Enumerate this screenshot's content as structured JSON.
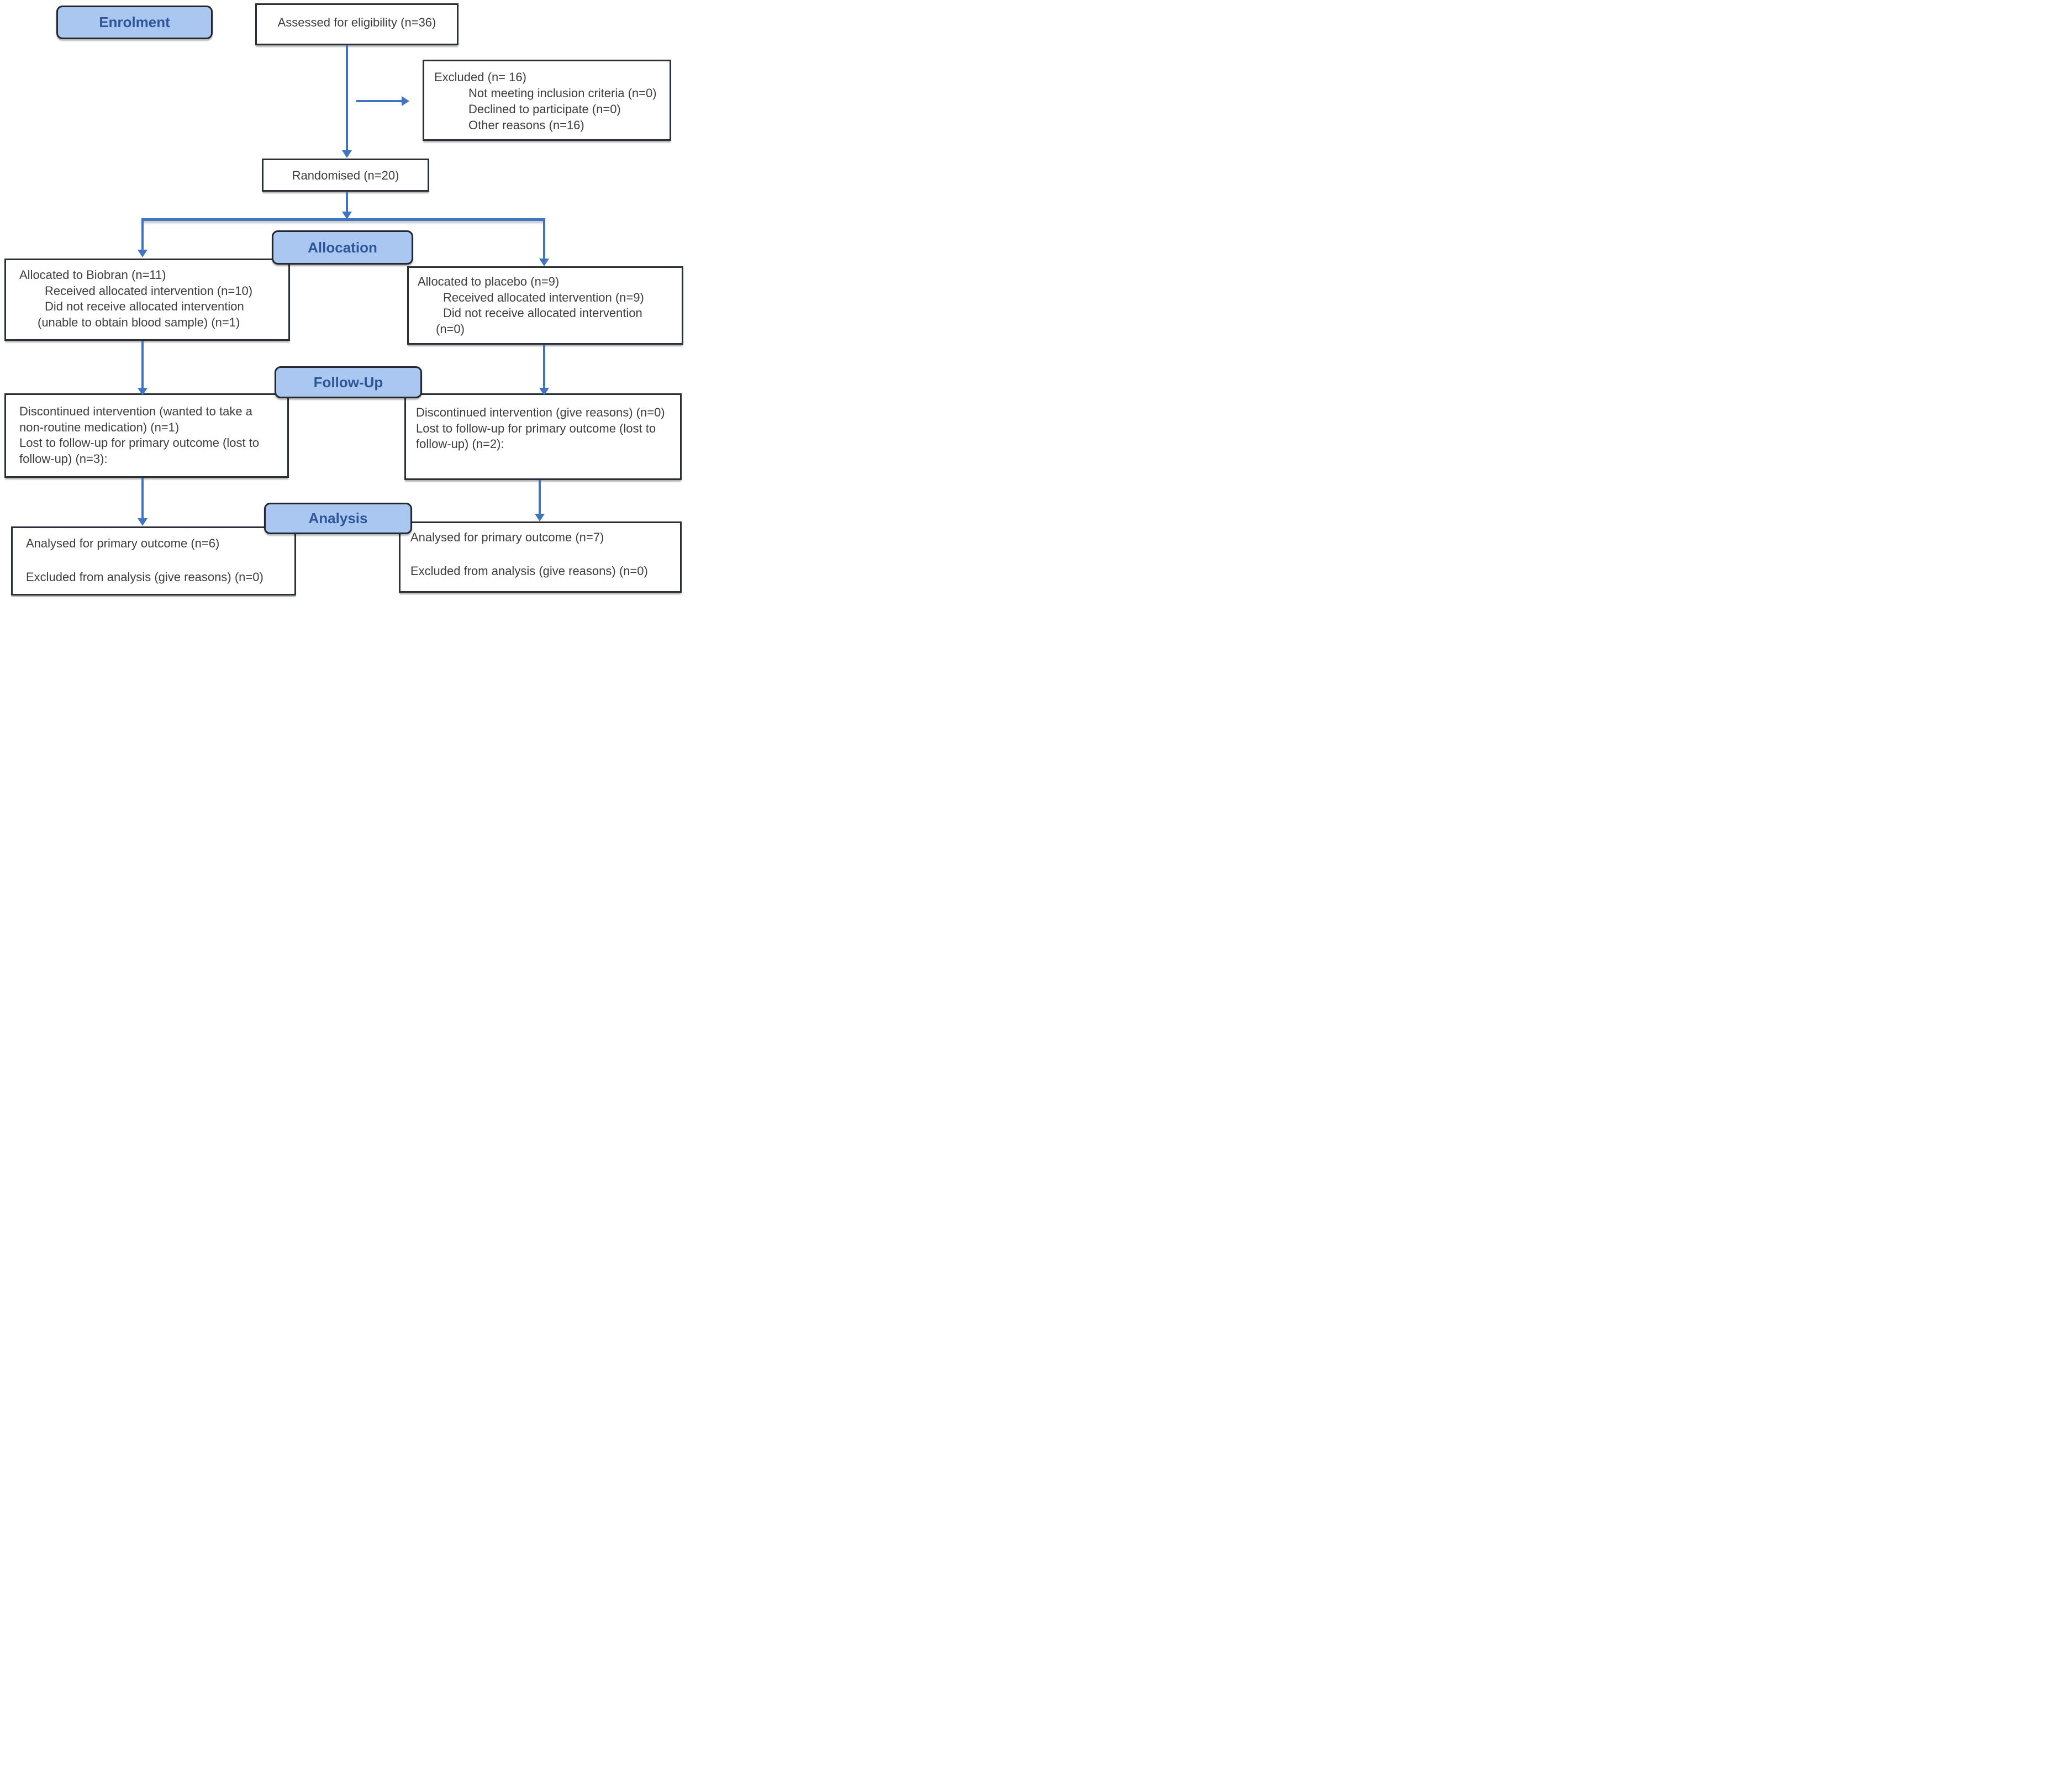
{
  "colors": {
    "band_fill": "#aac7f2",
    "band_text": "#2e5597",
    "band_border": "#23272e",
    "box_border": "#2b2f36",
    "box_text": "#3d3d3d",
    "arrow": "#3f74c2"
  },
  "bands": {
    "enrolment": "Enrolment",
    "allocation": "Allocation",
    "followup": "Follow-Up",
    "analysis": "Analysis"
  },
  "boxes": {
    "assessed": {
      "text": "Assessed for eligibility (n=36)"
    },
    "excluded": {
      "title": "Excluded (n= 16)",
      "items": [
        "Not meeting inclusion criteria (n=0)",
        "Declined to participate (n=0)",
        "Other reasons (n=16)"
      ]
    },
    "randomised": {
      "text": "Randomised (n=20)"
    },
    "allocation_left": {
      "lines": [
        "Allocated to Biobran (n=11)",
        "Received allocated intervention (n=10)",
        "Did not receive allocated intervention",
        "(unable to obtain blood sample) (n=1)"
      ]
    },
    "allocation_right": {
      "lines": [
        "Allocated to placebo (n=9)",
        "Received allocated intervention (n=9)",
        "Did not receive allocated intervention",
        "(n=0)"
      ]
    },
    "followup_left": {
      "lines": [
        "Discontinued intervention (wanted to take a",
        "non-routine medication) (n=1)",
        "Lost to follow-up for primary outcome (lost to",
        "follow-up) (n=3):"
      ]
    },
    "followup_right": {
      "lines": [
        "Discontinued intervention (give reasons) (n=0)",
        "Lost to follow-up for primary outcome (lost to",
        "follow-up) (n=2):"
      ]
    },
    "analysis_left": {
      "line1": "Analysed for primary outcome (n=6)",
      "line2": "Excluded from analysis (give reasons) (n=0)"
    },
    "analysis_right": {
      "line1": "Analysed for primary outcome (n=7)",
      "line2": "Excluded from analysis (give reasons) (n=0)"
    }
  }
}
